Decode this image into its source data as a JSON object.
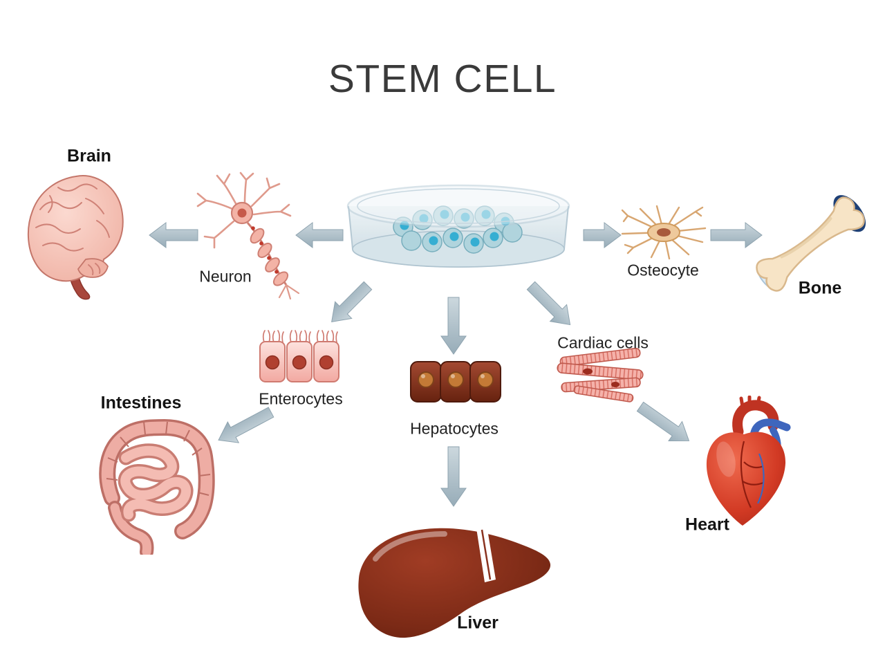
{
  "title": "STEM CELL",
  "labels": {
    "brain": "Brain",
    "neuron": "Neuron",
    "osteocyte": "Osteocyte",
    "bone": "Bone",
    "enterocytes": "Enterocytes",
    "hepatocytes": "Hepatocytes",
    "cardiac_cells": "Cardiac cells",
    "intestines": "Intestines",
    "liver": "Liver",
    "heart": "Heart"
  },
  "colors": {
    "background": "#ffffff",
    "title_text": "#3a3a3a",
    "label_text": "#141414",
    "arrow": "#a9bcc7",
    "stem_cell_nucleus": "#35aed2",
    "liver_body": "#7c2a16",
    "heart_body": "#d23a24",
    "bone_joint_blue": "#1e4076"
  }
}
